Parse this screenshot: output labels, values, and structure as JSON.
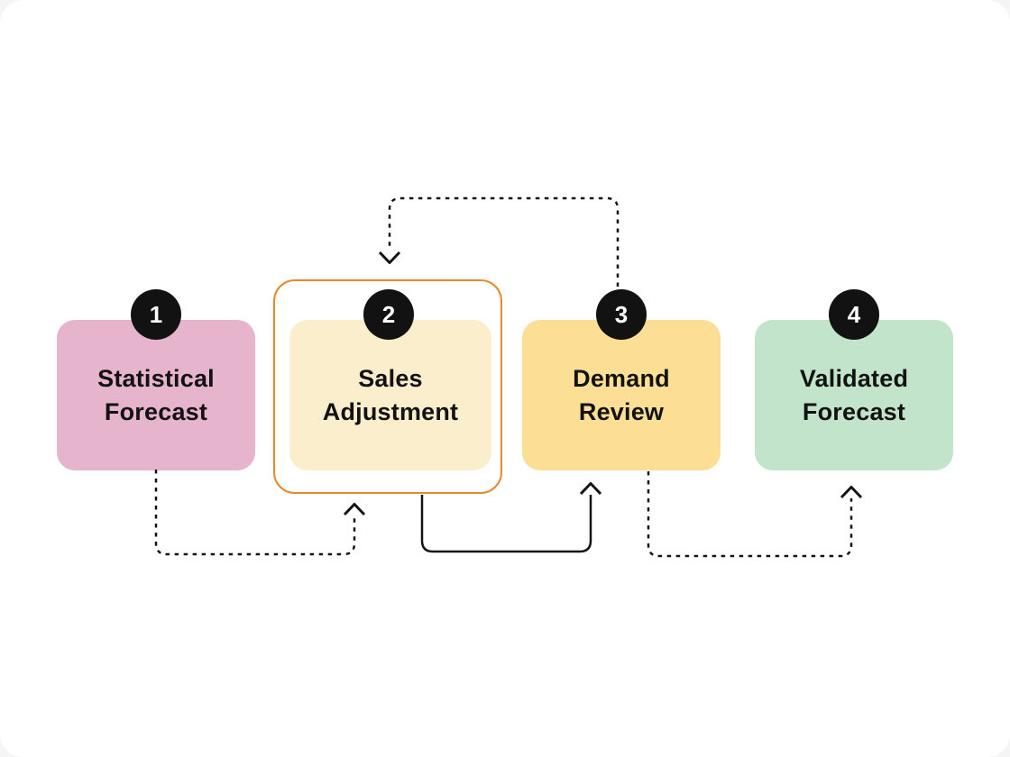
{
  "page": {
    "background": "#f5f5f5",
    "canvas_background": "#ffffff"
  },
  "diagram": {
    "type": "flow",
    "badge_color": "#121212",
    "badge_text_color": "#ffffff",
    "connector_color": "#141414",
    "text_color": "#121212",
    "steps": [
      {
        "number": "1",
        "label_line1": "Statistical",
        "label_line2": "Forecast",
        "fill": "#E6B5CD",
        "highlighted": false
      },
      {
        "number": "2",
        "label_line1": "Sales",
        "label_line2": "Adjustment",
        "fill": "#FBEECD",
        "highlighted": true,
        "highlight_border_color": "#E8882B"
      },
      {
        "number": "3",
        "label_line1": "Demand",
        "label_line2": "Review",
        "fill": "#FCDF94",
        "highlighted": false
      },
      {
        "number": "4",
        "label_line1": "Validated",
        "label_line2": "Forecast",
        "fill": "#C2E4CB",
        "highlighted": false
      }
    ],
    "connectors": [
      {
        "from": "Statistical Forecast",
        "to": "Sales Adjustment",
        "style": "dashed",
        "route": "bottom"
      },
      {
        "from": "Sales Adjustment",
        "to": "Demand Review",
        "style": "solid",
        "route": "bottom"
      },
      {
        "from": "Demand Review",
        "to": "Validated Forecast",
        "style": "dashed",
        "route": "bottom"
      },
      {
        "from": "Demand Review",
        "to": "Sales Adjustment",
        "style": "dashed",
        "route": "top-feedback"
      }
    ]
  }
}
